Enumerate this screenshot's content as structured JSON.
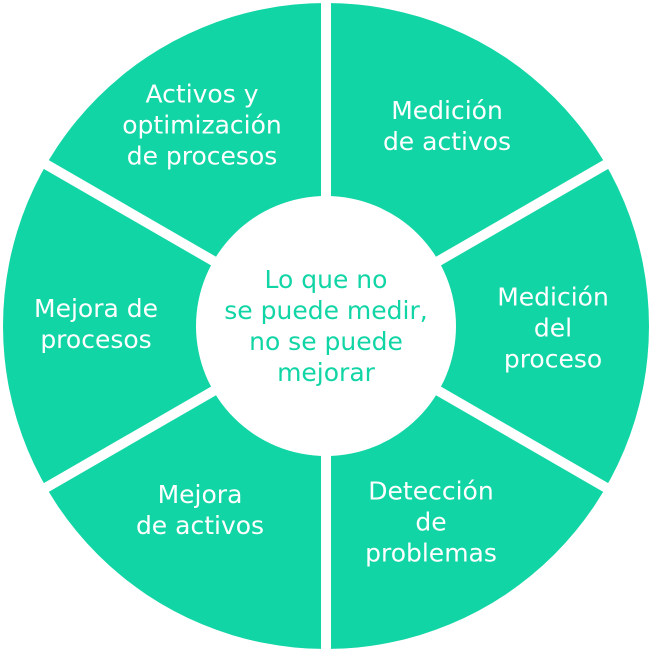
{
  "colors": {
    "segment": "#12d5a6",
    "separator": "#ffffff",
    "center_fill": "#ffffff",
    "center_text": "#12d5a6",
    "segment_text": "#ffffff"
  },
  "center": {
    "text": "Lo que no\nse puede medir,\nno se puede\nmejorar"
  },
  "segments": [
    {
      "label": "Medición\nde activos"
    },
    {
      "label": "Medición\ndel\nproceso"
    },
    {
      "label": "Detección\nde\nproblemas"
    },
    {
      "label": "Mejora\nde activos"
    },
    {
      "label": "Mejora de\nprocesos"
    },
    {
      "label": "Activos y\noptimización\nde procesos"
    }
  ]
}
